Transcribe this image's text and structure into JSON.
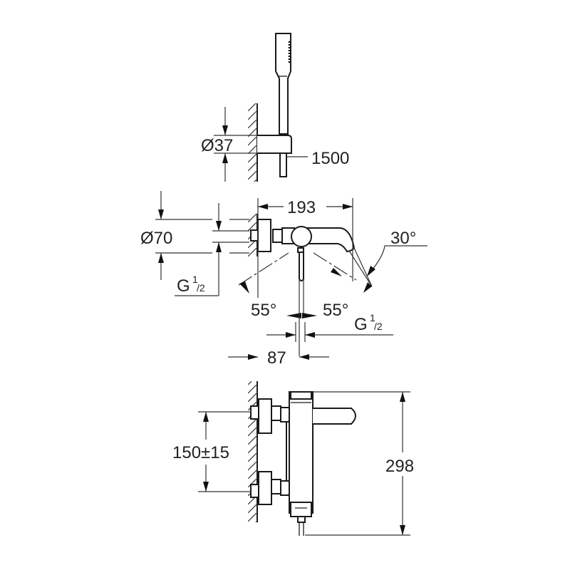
{
  "drawing": {
    "top_view": {
      "diameter_label": "Ø37",
      "hose_length_label": "1500"
    },
    "middle_view": {
      "projection_label": "193",
      "rosette_diameter_label": "Ø70",
      "thread_left_label": "G",
      "thread_left_frac_num": "1",
      "thread_left_frac_den": "/2",
      "angle_spout_label": "30°",
      "angle_left_label": "55°",
      "angle_right_label": "55°",
      "thread_bottom_label": "G",
      "thread_bottom_frac_num": "1",
      "thread_bottom_frac_den": "/2",
      "offset_label": "87"
    },
    "bottom_view": {
      "inlet_spacing_label": "150±15",
      "height_label": "298"
    }
  }
}
